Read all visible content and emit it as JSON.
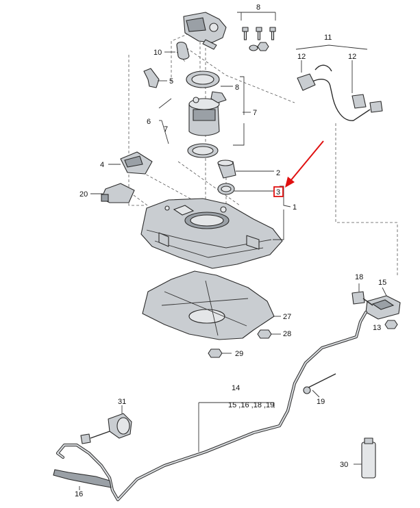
{
  "callouts": {
    "c1": "1",
    "c2": "2",
    "c3": "3",
    "c4": "4",
    "c5": "5",
    "c6": "6",
    "c7a": "7",
    "c7b": "7",
    "c8a": "8",
    "c8b": "8",
    "c10": "10",
    "c11": "11",
    "c12a": "12",
    "c12b": "12",
    "c13": "13",
    "c14": "14",
    "c15": "15",
    "c16": "16",
    "c18": "18",
    "c19": "19",
    "c20": "20",
    "c27": "27",
    "c28": "28",
    "c29": "29",
    "c30": "30",
    "c31": "31",
    "c14sub": "15 ,16 ,18 ,19"
  },
  "highlight": {
    "part": "3",
    "color": "#e01010"
  }
}
